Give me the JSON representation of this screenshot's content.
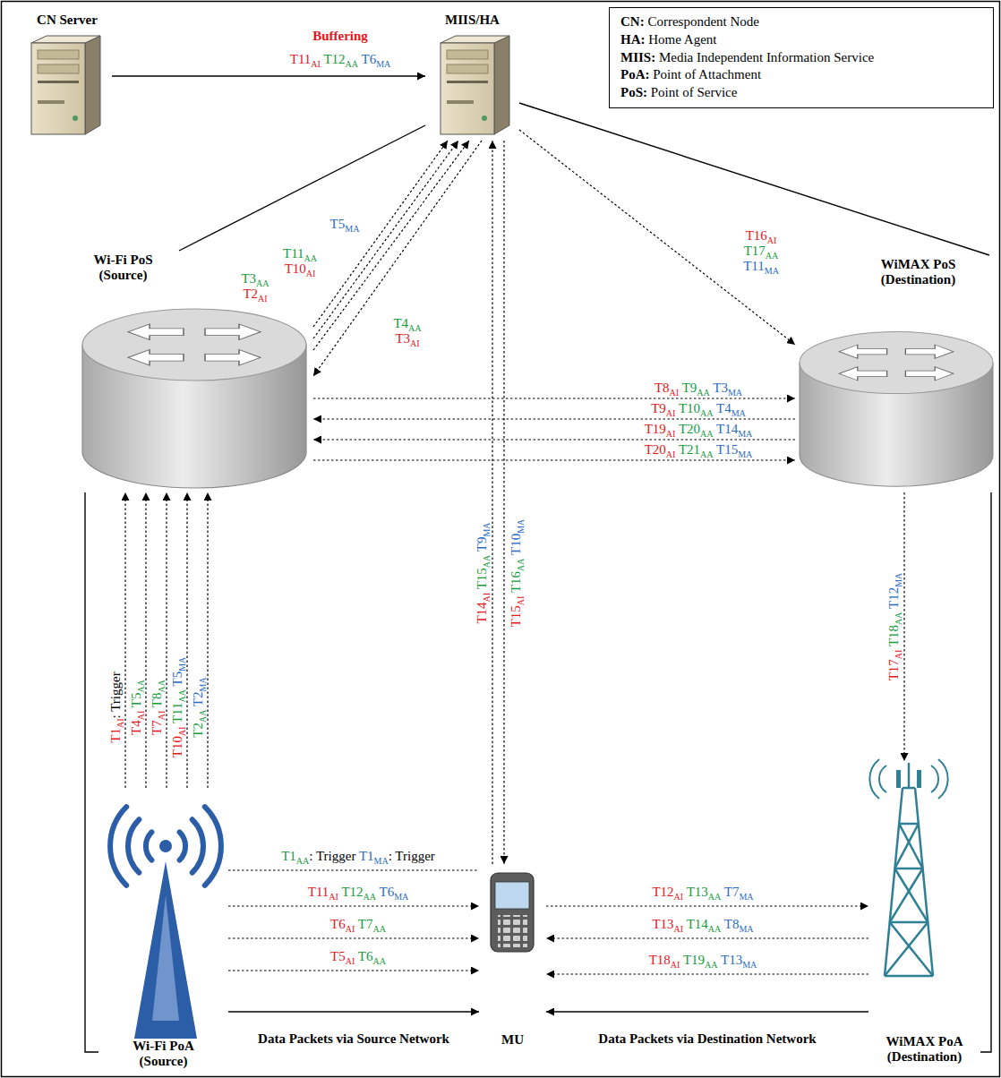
{
  "diagram": {
    "nodes": [
      {
        "text": [
          "CN Server"
        ]
      },
      {
        "text": [
          "MIIS/HA"
        ]
      },
      {
        "text": [
          "CN: Correspondent Node",
          "HA: Home Agent",
          "MIIS: Media Independent Information Service",
          "PoA: Point of Attachment",
          "PoS: Point of Service"
        ]
      },
      {
        "text": [
          "Wi-Fi PoS (Source)"
        ]
      },
      {
        "text": [
          "WiMAX PoS (Destination)"
        ]
      },
      {
        "text": [
          "Wi-Fi PoA (Source)"
        ]
      },
      {
        "text": [
          "MU"
        ]
      },
      {
        "text": [
          "WiMAX PoA (Destination)"
        ]
      }
    ],
    "edges": [
      {
        "from": 0,
        "to": 1,
        "arrow": "to",
        "label": "T11AI T12AA T6MA"
      },
      {
        "from": 3,
        "to": 1,
        "arrow": "none"
      },
      {
        "from": 1,
        "to": 4,
        "arrow": "none"
      },
      {
        "from": 3,
        "to": 1,
        "arrow": "to",
        "label": "T5MA"
      },
      {
        "from": 3,
        "to": 1,
        "arrow": "to",
        "label": "T11AA T10AI"
      },
      {
        "from": 3,
        "to": 1,
        "arrow": "to",
        "label": "T3AA T2AI"
      },
      {
        "from": 1,
        "to": 3,
        "arrow": "to",
        "label": "T4AA T3AI"
      },
      {
        "from": 1,
        "to": 4,
        "arrow": "to",
        "label": "T16AI T17AA T11MA"
      },
      {
        "from": 3,
        "to": 4,
        "arrow": "to",
        "label": "T8AI T9AA T3MA"
      },
      {
        "from": 4,
        "to": 3,
        "arrow": "to",
        "label": "T9AI T10AA T4MA"
      },
      {
        "from": 4,
        "to": 3,
        "arrow": "to",
        "label": "T19AI T20AA T14MA"
      },
      {
        "from": 3,
        "to": 4,
        "arrow": "to",
        "label": "T20AI T21AA T15MA"
      },
      {
        "from": 3,
        "to": 5,
        "arrow": "none"
      },
      {
        "from": 4,
        "to": 7,
        "arrow": "none"
      },
      {
        "from": 5,
        "to": 3,
        "arrow": "to",
        "label": "T1AI: Trigger"
      },
      {
        "from": 5,
        "to": 3,
        "arrow": "to",
        "label": "T4AI T5AA"
      },
      {
        "from": 5,
        "to": 3,
        "arrow": "to",
        "label": "T7AI T8AA"
      },
      {
        "from": 5,
        "to": 3,
        "arrow": "to",
        "label": "T10AI T11AA T5MA"
      },
      {
        "from": 5,
        "to": 3,
        "arrow": "to",
        "label": "T2AA T2MA"
      },
      {
        "from": 6,
        "to": 1,
        "arrow": "to",
        "label": "T14AI T15AA T9MA"
      },
      {
        "from": 1,
        "to": 6,
        "arrow": "to",
        "label": "T15AI T16AA T10MA"
      },
      {
        "from": 4,
        "to": 7,
        "arrow": "to",
        "label": "T17AI T18AA T12MA"
      },
      {
        "from": 5,
        "to": 6,
        "arrow": "none",
        "label": "T1AA: Trigger T1MA: Trigger"
      },
      {
        "from": 5,
        "to": 6,
        "arrow": "to",
        "label": "T11AI T12AA T6MA"
      },
      {
        "from": 5,
        "to": 6,
        "arrow": "to",
        "label": "T6AI T7AA"
      },
      {
        "from": 5,
        "to": 6,
        "arrow": "to",
        "label": "T5AI T6AA"
      },
      {
        "from": 5,
        "to": 6,
        "arrow": "to",
        "label": "Data Packets via Source Network"
      },
      {
        "from": 6,
        "to": 7,
        "arrow": "to",
        "label": "T12AI T13AA T7MA"
      },
      {
        "from": 7,
        "to": 6,
        "arrow": "to",
        "label": "T13AI T14AA T8MA"
      },
      {
        "from": 7,
        "to": 6,
        "arrow": "to",
        "label": "T18AI T19AA T13MA"
      },
      {
        "from": 7,
        "to": 6,
        "arrow": "to",
        "label": "Data Packets via Destination Network"
      }
    ],
    "labels": [
      "Buffering"
    ]
  }
}
